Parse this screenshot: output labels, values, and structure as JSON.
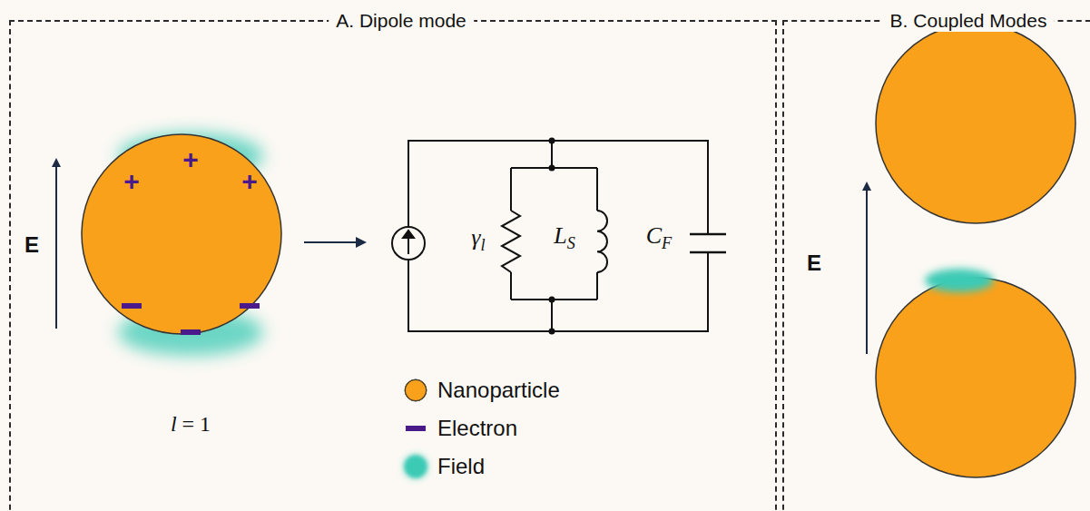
{
  "diagram": {
    "nodes": [
      {
        "text": [
          "A. Dipole mode"
        ]
      },
      {
        "text": [
          "B. Coupled Modes"
        ]
      },
      {
        "text": [
          "+",
          "+",
          "+"
        ],
        "in": 0
      }
    ],
    "labels": [
      "E",
      "l = 1",
      "γl",
      "LS",
      "CF",
      "E"
    ],
    "legend": [
      {
        "text": "Nanoparticle",
        "color": "#f9a11b"
      },
      {
        "text": "Electron"
      },
      {
        "text": "Field",
        "color": "#3ccab5"
      }
    ]
  }
}
